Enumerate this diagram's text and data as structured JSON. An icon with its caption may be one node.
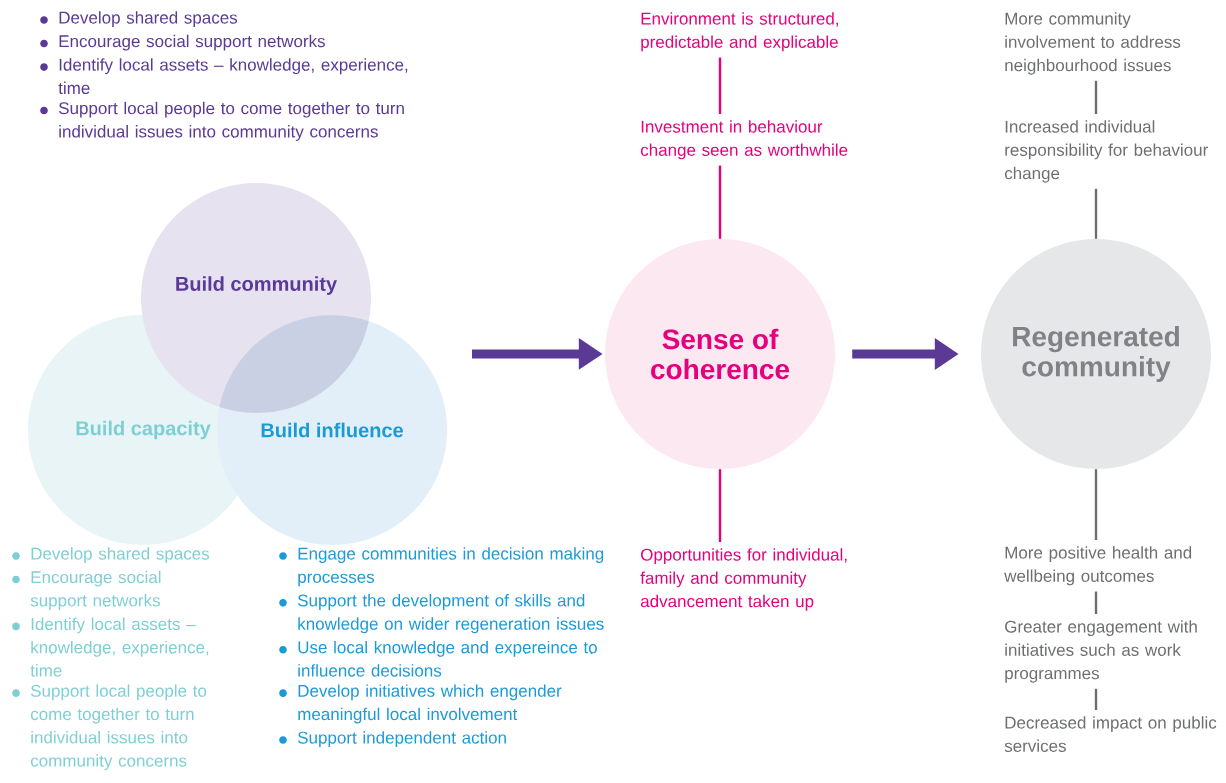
{
  "diagram": {
    "nodes": [
      {
        "text": [
          "Build community"
        ],
        "beside": [
          "Develop shared spaces",
          "Encourage social support networks",
          "Identify local assets – knowledge, experience, time",
          "Support local people to come together to turn individual issues into community concerns"
        ]
      },
      {
        "text": [
          "Build capacity"
        ],
        "beside": [
          "Develop shared spaces",
          "Encourage social support networks",
          "Identify local assets – knowledge, experience, time",
          "Support local people to come together to turn individual issues into community concerns"
        ]
      },
      {
        "text": [
          "Build influence"
        ],
        "beside": [
          "Engage communities in decision making processes",
          "Support the development of skills and knowledge on wider regeneration issues",
          "Use local knowledge and expereince to influence decisions",
          "Develop initiatives which engender meaningful local involvement",
          "Support independent action"
        ]
      },
      {
        "text": [
          "Sense of coherence"
        ]
      },
      {
        "text": [
          "Regenerated community"
        ]
      },
      {
        "text": [
          "Environment is structured, predictable and explicable"
        ]
      },
      {
        "text": [
          "Investment in behaviour change seen as worthwhile"
        ]
      },
      {
        "text": [
          "Opportunities for individual, family and community advancement taken up"
        ]
      },
      {
        "text": [
          "More community involvement to address neighbourhood issues"
        ]
      },
      {
        "text": [
          "Increased individual responsibility for behaviour change"
        ]
      },
      {
        "text": [
          "More positive health and wellbeing outcomes"
        ]
      },
      {
        "text": [
          "Greater engagement with initiatives such as work programmes"
        ]
      },
      {
        "text": [
          "Decreased impact on public services"
        ]
      }
    ],
    "edges": [
      {
        "from": null,
        "to": 3,
        "arrow": "to",
        "style": "thick",
        "color": "#5b3a96"
      },
      {
        "from": 3,
        "to": 4,
        "arrow": "to",
        "style": "thick",
        "color": "#5b3a96"
      },
      {
        "from": 5,
        "to": 6,
        "arrow": "none",
        "color": "#e5007d"
      },
      {
        "from": 6,
        "to": 3,
        "arrow": "none",
        "color": "#e5007d"
      },
      {
        "from": 3,
        "to": 7,
        "arrow": "none",
        "color": "#e5007d"
      },
      {
        "from": 8,
        "to": 9,
        "arrow": "none"
      },
      {
        "from": 9,
        "to": 4,
        "arrow": "none"
      },
      {
        "from": 4,
        "to": 10,
        "arrow": "none"
      },
      {
        "from": 10,
        "to": 11,
        "arrow": "none"
      },
      {
        "from": 11,
        "to": 12,
        "arrow": "none"
      }
    ]
  }
}
